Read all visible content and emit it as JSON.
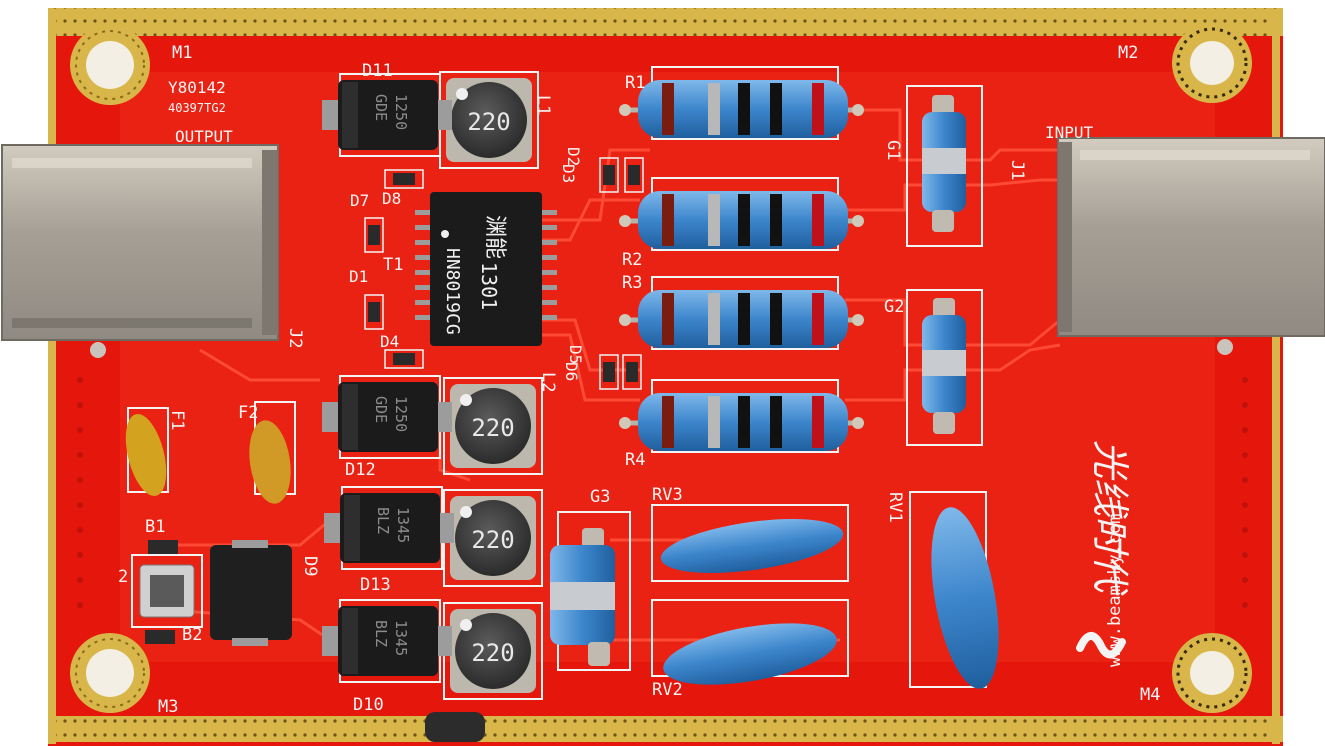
{
  "board": {
    "code1": "Y80142",
    "code2": "40397TG2",
    "output_label": "OUTPUT",
    "input_label": "INPUT",
    "brand_chinese": "光线时代",
    "brand_url": "www.beamsky.com",
    "colors": {
      "board": "#e5170d",
      "trace": "#ff4a36",
      "gold": "#d8b64a",
      "silk": "#f4f4f4",
      "ink": "#1b1b1b",
      "resistor": "#4a90d0",
      "varistor": "#2f86d6"
    }
  },
  "mounting_holes": [
    "M1",
    "M2",
    "M3",
    "M4"
  ],
  "inductors": {
    "marking": "220",
    "labels": [
      "L1",
      "L2"
    ]
  },
  "transformer": {
    "label": "T1",
    "brand_mark": "渊能",
    "marking": "1301",
    "part": "HN8019CG"
  },
  "resistors": [
    "R1",
    "R2",
    "R3",
    "R4"
  ],
  "gas_tubes": [
    "G1",
    "G2",
    "G3"
  ],
  "varistors": [
    "RV3",
    "RV2",
    "RV1"
  ],
  "fuses": [
    "F1",
    "F2"
  ],
  "connectors": [
    "J1",
    "J2"
  ],
  "diodes": {
    "large": [
      {
        "label": "D11",
        "text1": "GDE",
        "text2": "1250"
      },
      {
        "label": "D12",
        "text1": "GDE",
        "text2": "1250"
      },
      {
        "label": "D13",
        "text1": "BLZ",
        "text2": "1345"
      },
      {
        "label": "D10",
        "text1": "BLZ",
        "text2": "1345"
      },
      {
        "label": "D9",
        "text1": "",
        "text2": ""
      }
    ],
    "small": [
      "D8",
      "D7",
      "D1",
      "D4",
      "D2",
      "D3",
      "D5",
      "D6"
    ]
  },
  "other_labels": [
    "B1",
    "B2",
    "2"
  ]
}
